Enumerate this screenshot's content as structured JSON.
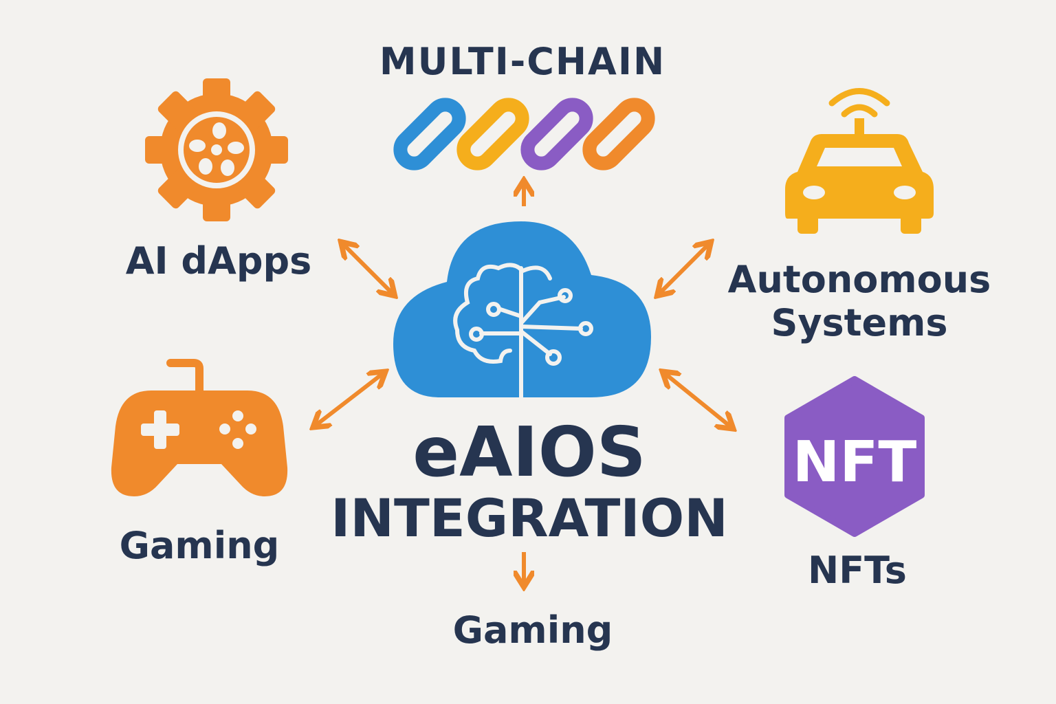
{
  "title": {
    "line1": "eAIOS",
    "line2": "INTEGRATION"
  },
  "nodes": {
    "multichain": "MULTI-CHAIN",
    "ai_dapps": "AI dApps",
    "autonomous": {
      "line1": "Autonomous",
      "line2": "Systems"
    },
    "gaming_left": "Gaming",
    "nfts": "NFTs",
    "nft_badge": "NFT",
    "gaming_bottom": "Gaming"
  },
  "icons": {
    "center": "cloud-brain-icon",
    "multichain": "chain-links-icon",
    "ai_dapps": "gear-icon",
    "autonomous": "car-wifi-icon",
    "gaming": "gamepad-icon",
    "nfts": "nft-hexagon-icon"
  },
  "colors": {
    "background": "#f3f2ef",
    "text": "#263550",
    "orange": "#f08a2c",
    "blue": "#2e8fd6",
    "yellow": "#f5ae1c",
    "purple": "#8a5cc4"
  }
}
